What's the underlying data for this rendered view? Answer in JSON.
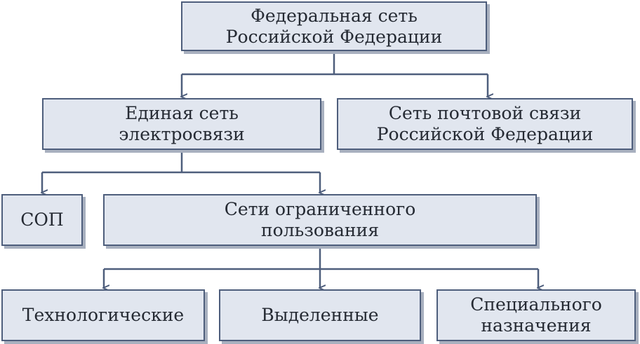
{
  "colors": {
    "box_fill": "#e1e6ef",
    "box_border": "#4e5e7c",
    "connector": "#4e5e7c",
    "text": "#252a33"
  },
  "nodes": {
    "federal_network": {
      "line1": "Федеральная сеть",
      "line2": "Российской Федерации"
    },
    "unified_telecom": {
      "line1": "Единая сеть",
      "line2": "электросвязи"
    },
    "postal_network": {
      "line1": "Сеть почтовой связи",
      "line2": "Российской Федерации"
    },
    "sop": {
      "label": "СОП"
    },
    "limited_use": {
      "line1": "Сети ограниченного",
      "line2": "пользования"
    },
    "technological": {
      "label": "Технологические"
    },
    "dedicated": {
      "label": "Выделенные"
    },
    "special_purpose": {
      "line1": "Специального",
      "line2": "назначения"
    }
  },
  "edges": [
    [
      "federal_network",
      "unified_telecom"
    ],
    [
      "federal_network",
      "postal_network"
    ],
    [
      "unified_telecom",
      "sop"
    ],
    [
      "unified_telecom",
      "limited_use"
    ],
    [
      "limited_use",
      "technological"
    ],
    [
      "limited_use",
      "dedicated"
    ],
    [
      "limited_use",
      "special_purpose"
    ]
  ]
}
